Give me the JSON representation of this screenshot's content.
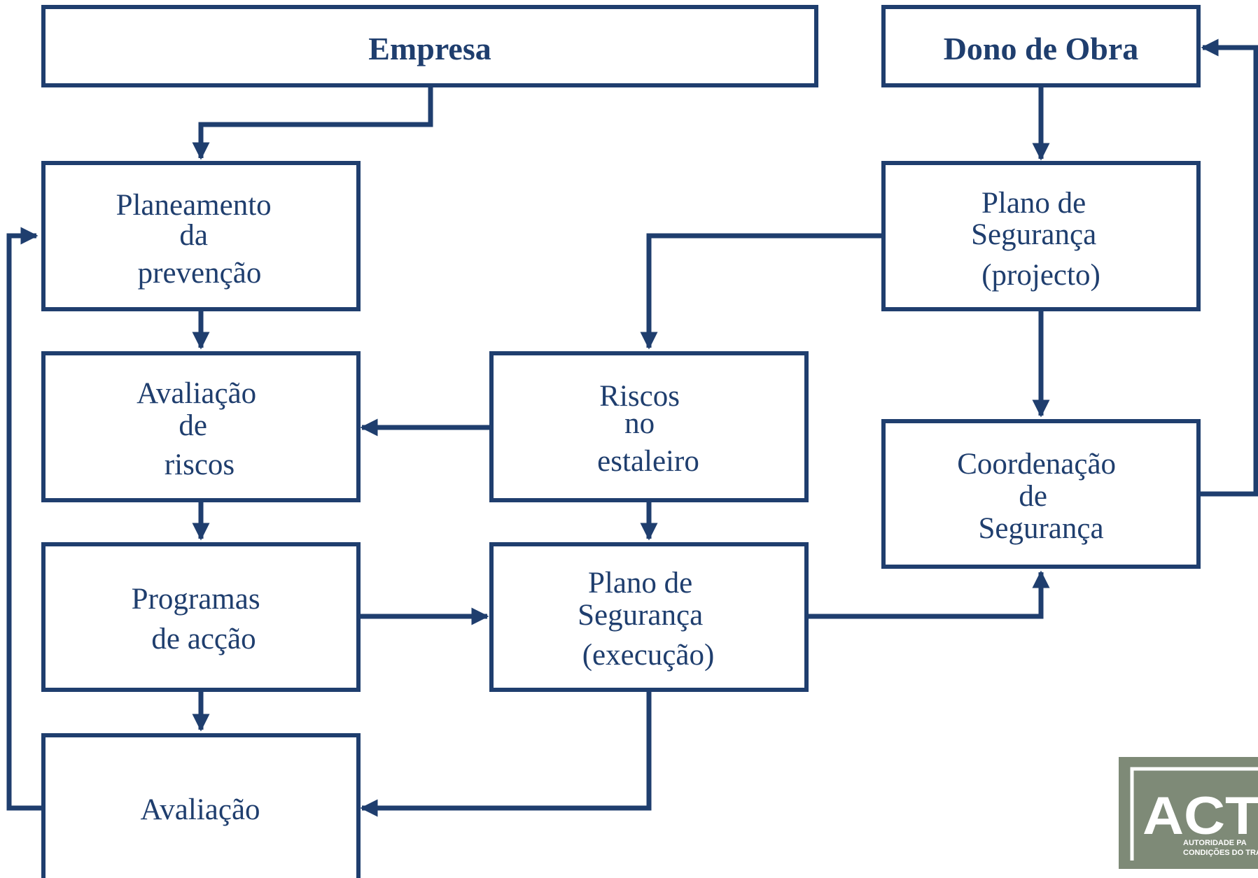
{
  "colors": {
    "accent": "#1f3e6e",
    "logo_background": "#7e8a77"
  },
  "nodes": {
    "empresa": {
      "label": "Empresa"
    },
    "dono_de_obra": {
      "label": "Dono de Obra"
    },
    "planeamento": {
      "lines": [
        "Planeamento",
        "da",
        "prevenção"
      ]
    },
    "plano_projecto": {
      "lines": [
        "Plano de",
        "Segurança",
        "(projecto)"
      ]
    },
    "avaliacao_riscos": {
      "lines": [
        "Avaliação",
        "de",
        "riscos"
      ]
    },
    "riscos_estaleiro": {
      "lines": [
        "Riscos",
        "no",
        "estaleiro"
      ]
    },
    "coordenacao": {
      "lines": [
        "Coordenação",
        "de",
        "Segurança"
      ]
    },
    "programas": {
      "lines": [
        "Programas",
        "de acção"
      ]
    },
    "plano_execucao": {
      "lines": [
        "Plano de",
        "Segurança",
        "(execução)"
      ]
    },
    "avaliacao": {
      "label": "Avaliação"
    }
  },
  "edges": [
    {
      "from": "empresa",
      "to": "planeamento"
    },
    {
      "from": "dono_de_obra",
      "to": "plano_projecto"
    },
    {
      "from": "plano_projecto",
      "to": "riscos_estaleiro"
    },
    {
      "from": "plano_projecto",
      "to": "coordenacao"
    },
    {
      "from": "coordenacao",
      "to": "dono_de_obra"
    },
    {
      "from": "planeamento",
      "to": "avaliacao_riscos"
    },
    {
      "from": "riscos_estaleiro",
      "to": "avaliacao_riscos"
    },
    {
      "from": "avaliacao_riscos",
      "to": "programas"
    },
    {
      "from": "riscos_estaleiro",
      "to": "plano_execucao"
    },
    {
      "from": "programas",
      "to": "plano_execucao"
    },
    {
      "from": "plano_execucao",
      "to": "coordenacao"
    },
    {
      "from": "programas",
      "to": "avaliacao"
    },
    {
      "from": "plano_execucao",
      "to": "avaliacao"
    },
    {
      "from": "avaliacao",
      "to": "planeamento"
    }
  ],
  "logo": {
    "mark": "ACT",
    "subtitle_lines": [
      "AUTORIDADE PA",
      "CONDIÇÕES DO TRA"
    ]
  }
}
